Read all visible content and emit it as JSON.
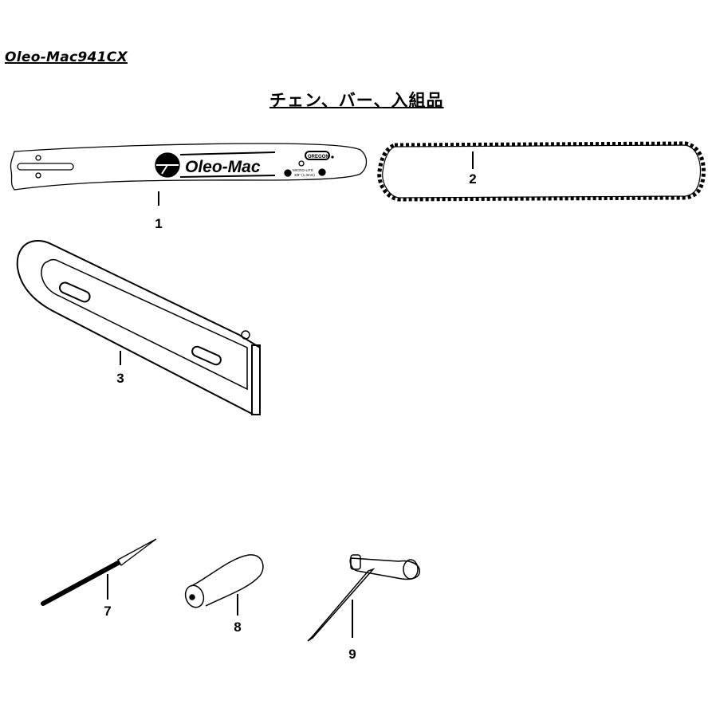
{
  "page": {
    "model_title": "Oleo-Mac941CX",
    "section_title": "チェン、バー、入組品"
  },
  "parts": [
    {
      "number": "1",
      "name": "guide-bar",
      "labels": {
        "brand": "Oleo-Mac",
        "badge": "OREGON",
        "line1": "MICRO-LITE",
        "line2": "3/8\" (1.3mm)"
      }
    },
    {
      "number": "2",
      "name": "saw-chain"
    },
    {
      "number": "3",
      "name": "bar-cover"
    },
    {
      "number": "7",
      "name": "round-file"
    },
    {
      "number": "8",
      "name": "file-handle"
    },
    {
      "number": "9",
      "name": "combination-spanner"
    }
  ],
  "colors": {
    "ink": "#000000",
    "paper": "#ffffff"
  }
}
